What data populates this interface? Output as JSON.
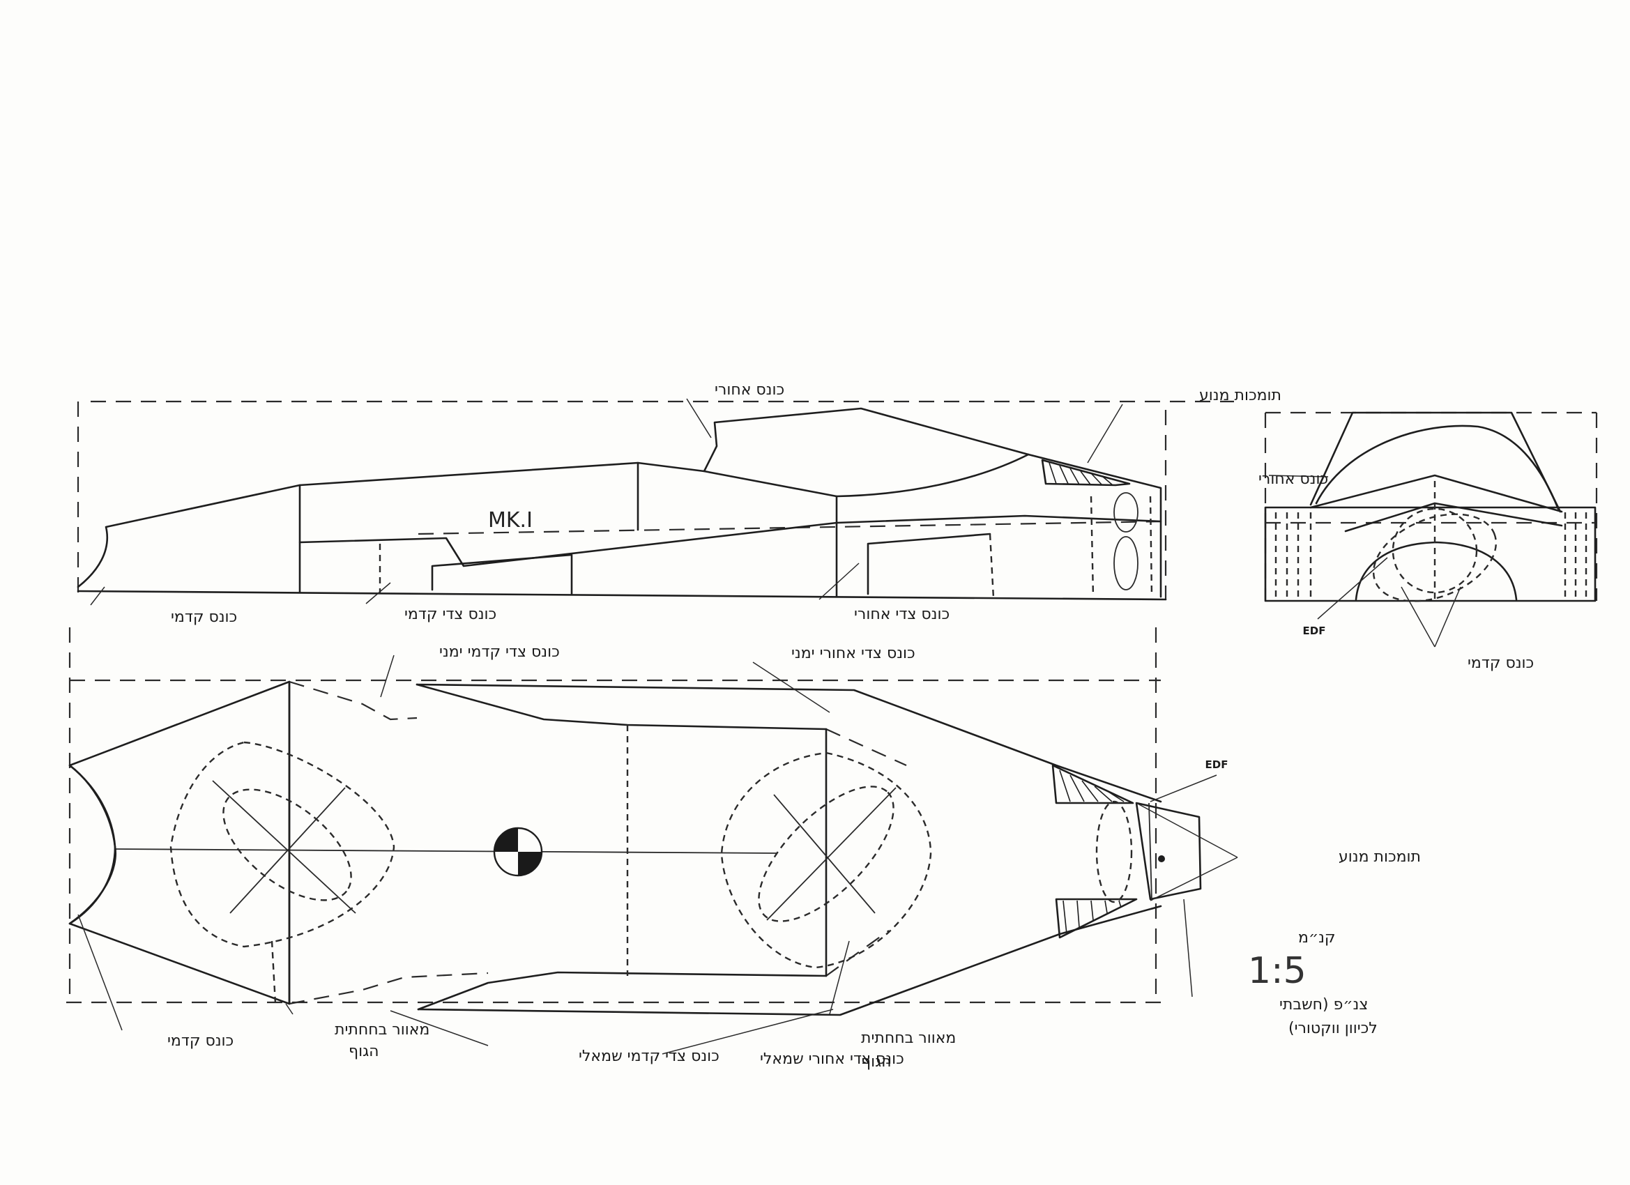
{
  "side_view": {
    "labels": {
      "rear_cone": "כונס אחורי",
      "engine_mounts": "תומכות מנוע",
      "model_mark": "MK.I",
      "front_cone": "כונס קדמי",
      "front_side_cone": "כונס צדי קדמי",
      "rear_side_cone": "כונס צדי אחורי"
    }
  },
  "front_view": {
    "labels": {
      "rear_cone": "כונס אחורי",
      "edf": "EDF",
      "front_cone": "כונס קדמי"
    }
  },
  "top_view": {
    "labels": {
      "front_side_cone_right": "כונס צדי קדמי ימני",
      "rear_side_cone_right": "כונס צדי אחורי ימני",
      "edf": "EDF",
      "engine_mounts": "תומכות מנוע",
      "front_cone": "כונס קדמי",
      "belly_vent_left_line1": "מאוור בחחתית",
      "belly_vent_left_line2": "הגוף",
      "front_side_cone_left": "כונס צדי קדמי שמאלי",
      "rear_side_cone_left": "כונס צדי אחורי שמאלי",
      "belly_vent_right_line1": "מאוור בחחתית",
      "belly_vent_right_line2": "הגוף",
      "nozzle_line1": "צנ״פ (חשבתי",
      "nozzle_line2": "לכיוון ווקטורי)"
    }
  },
  "scale": {
    "title": "קנ״מ",
    "value": "1:5"
  }
}
